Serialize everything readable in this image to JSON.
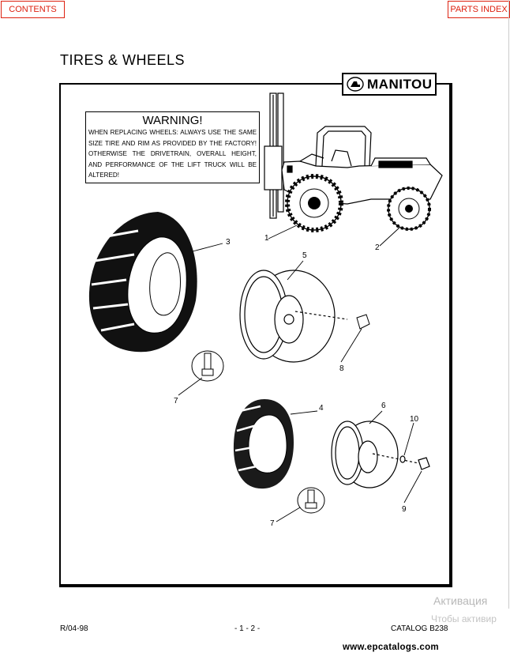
{
  "nav": {
    "contents": "CONTENTS",
    "parts_index": "PARTS INDEX"
  },
  "page": {
    "title": "TIRES & WHEELS"
  },
  "logo": {
    "word": "MANITOU"
  },
  "warning": {
    "title": "WARNING!",
    "text": "WHEN REPLACING WHEELS:  ALWAYS USE THE SAME SIZE TIRE AND RIM AS PROVIDED BY THE FACTORY!  OTHERWISE THE DRIVETRAIN, OVERALL HEIGHT, AND PERFORMANCE OF THE LIFT TRUCK WILL BE ALTERED!"
  },
  "callouts": {
    "c1": "1",
    "c2": "2",
    "c3": "3",
    "c4": "4",
    "c5": "5",
    "c6": "6",
    "c7a": "7",
    "c7b": "7",
    "c8": "8",
    "c9": "9",
    "c10": "10"
  },
  "footer": {
    "revision": "R/04-98",
    "page_number": "- 1 - 2 -",
    "catalog": "CATALOG B238"
  },
  "watermark": {
    "line1": "Активация",
    "line2": "Чтобы активир"
  },
  "site": "www.epcatalogs.com"
}
